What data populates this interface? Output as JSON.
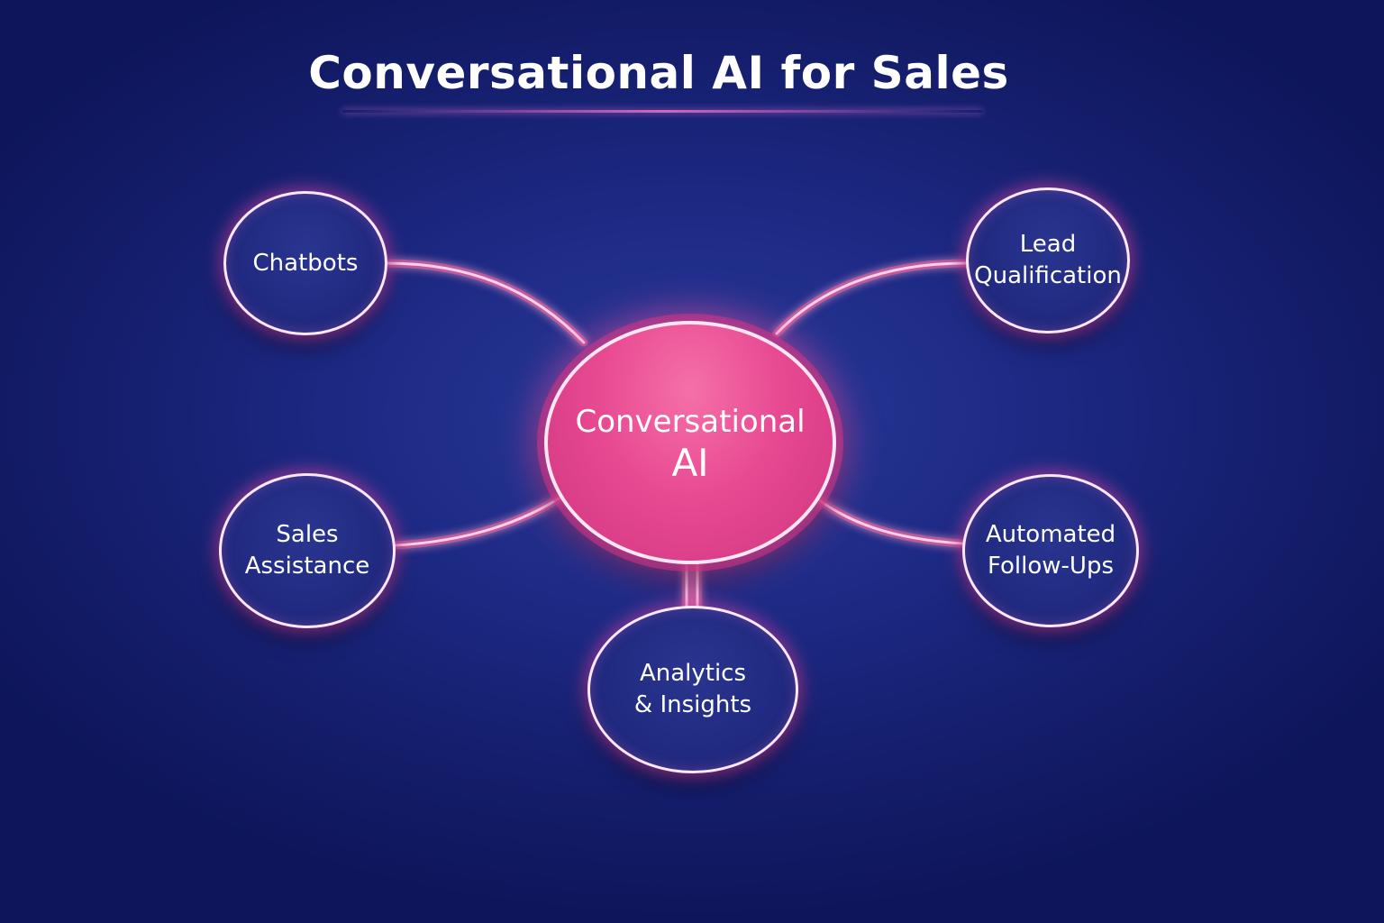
{
  "title": "Conversational AI for Sales",
  "colors": {
    "background": "#1b2780",
    "center_fill": "#e84a92",
    "satellite_fill": "#202a80",
    "glow": "#f05aa8",
    "outline": "#fbe8ff"
  },
  "center": {
    "line1": "Conversational",
    "line2": "AI"
  },
  "nodes": [
    {
      "id": "chatbots",
      "line1": "Chatbots",
      "line2": ""
    },
    {
      "id": "lead-qualification",
      "line1": "Lead",
      "line2": "Qualification"
    },
    {
      "id": "sales-assistance",
      "line1": "Sales",
      "line2": "Assistance"
    },
    {
      "id": "automated-follow-ups",
      "line1": "Automated",
      "line2": "Follow-Ups"
    },
    {
      "id": "analytics-insights",
      "line1": "Analytics",
      "line2": "& Insights"
    }
  ]
}
